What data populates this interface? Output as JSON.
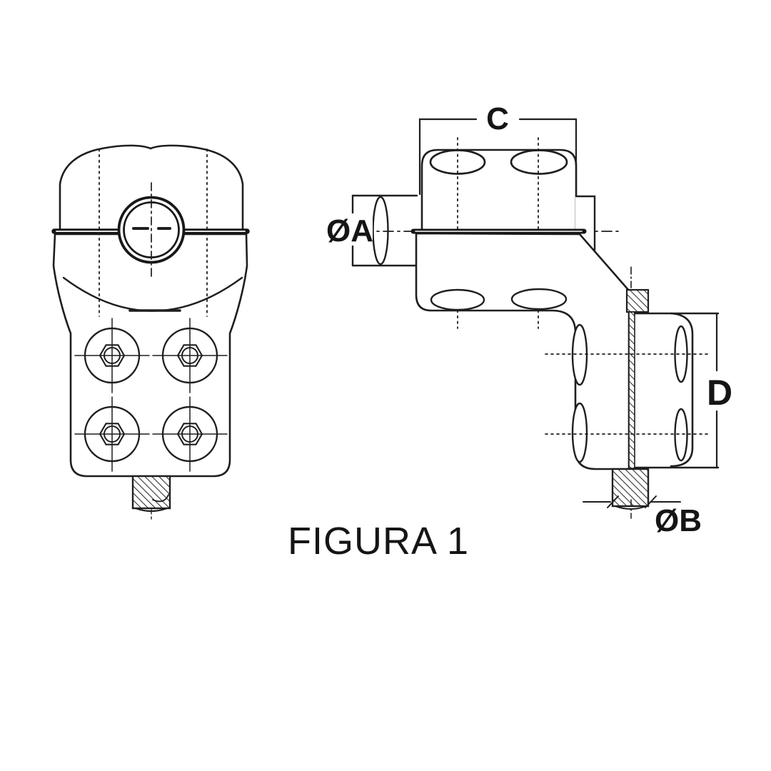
{
  "figure": {
    "caption": "FIGURA 1",
    "type": "technical-drawing",
    "description": "Two-view orthographic line drawing of a bolted electrical terminal clamp connector",
    "views": {
      "front": {
        "name": "front-view",
        "features": [
          "split clamp cap",
          "round conductor bore with centerlines",
          "hidden dashed lines",
          "four clamp bolts with hex nuts",
          "hatched threaded stud"
        ]
      },
      "side": {
        "name": "side-view",
        "features": [
          "conductor barrel",
          "clamp block with two bolt openings",
          "angled neck",
          "hatched contact pad in section",
          "pad block with bolt bosses",
          "hatched threaded stud"
        ]
      }
    },
    "dimensions": {
      "c": {
        "label": "C"
      },
      "oa": {
        "label": "ØA"
      },
      "d": {
        "label": "D"
      },
      "ob": {
        "label": "ØB"
      }
    },
    "colors": {
      "line": "#1f1f1f",
      "dark_line": "#161616",
      "background": "#ffffff"
    }
  }
}
